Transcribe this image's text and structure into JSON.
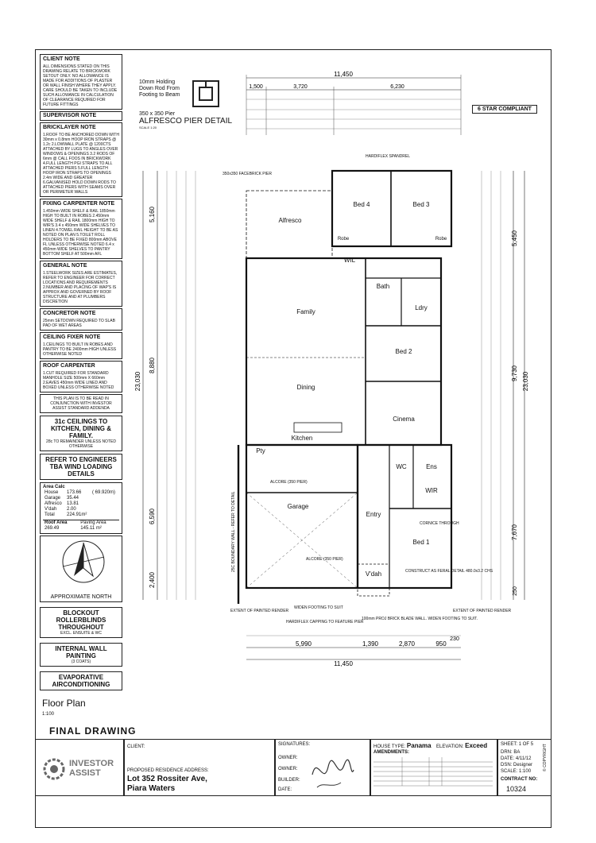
{
  "notes": {
    "client_note": {
      "title": "CLIENT NOTE",
      "body": "ALL DIMENSIONS STATED ON THIS DRAWING RELATE TO BRICKWORK SETOUT ONLY. NO ALLOWANCE IS MADE FOR ADDITIONS OF PLASTER OR WALL FINISH WHERE THEY APPLY. CARE SHOULD BE TAKEN TO INCLUDE SUCH ALLOWANCE IN CALCULATION OF CLEARANCE REQUIRED FOR FUTURE FITTINGS"
    },
    "supervisor_note": {
      "title": "SUPERVISOR NOTE"
    },
    "bricklayer_note": {
      "title": "BRICKLAYER NOTE",
      "body": "1.ROOF TO BE ANCHORED DOWN WITH 30mm x 0.8mm HOOP IRON STRAPS @ 1.2c 2.LOWWALL PLATE @ 1200CTS ATTACHED BY LUGS TO ANGLES OVER WINDOWS & OPENINGS 3.2 RODS OF 6mm @ CALL FOOS IN BRICKWORK 4.FULL LENGTH PGI STRAPS TO ALL ATTACHED PIERS 5.FULL LENGTH HOOP IRON STRAPS TO OPENINGS 2.4m WIDE AND GREATER 6.GALVANISED HOLD DOWN RODS TO ATTACHED PIERS WITH SEAMS OVER OR PERIMETER WALLS"
    },
    "fixing_carpenter_note": {
      "title": "FIXING CARPENTER NOTE",
      "body": "1.450mm WIDE SHELF & RAIL 1850mm HIGH TO BUILT IN ROBES 2.450mm WIDE SHELF & RAIL 1800mm HIGH TO WIR'S 3.4 x 450mm WIDE SHELVES TO LINEN 4.TOWEL RAIL HEIGHT TO BE AS NOTED ON PLAN 5.TOILET ROLL HOLDERS TO BE FIXED 800mm ABOVE FL UNLESS OTHERWISE NOTED 6.4 x 450mm WIDE SHELVES TO PANTRY BOTTOM SHELF AT 500mm AFL"
    },
    "general_note": {
      "title": "GENERAL NOTE",
      "body": "1.STEELWORK SIZES ARE ESTIMATES, REFER TO ENGINEER FOR CORRECT LOCATIONS AND REQUIREMENTS 2.NUMBER AND PLACING OF WAP'S IS APPROX AND GOVERNED BY ROOF STRUCTURE AND AT PLUMBERS DISCRETION"
    },
    "concretor_note": {
      "title": "CONCRETOR NOTE",
      "body": "25mm SETDOWN REQUIRED TO SLAB PAD OF WET AREAS"
    },
    "ceiling_fixer_note": {
      "title": "CEILING FIXER NOTE",
      "body": "1.CEILINGS TO BUILT IN ROBES AND PANTRY TO BE 2400mm HIGH UNLESS OTHERWISE NOTED"
    },
    "roof_carpenter": {
      "title": "ROOF CARPENTER",
      "body": "1.CUT REQUIRED FOR STANDARD MANHOLE SIZE 500mm X 660mm 2.EAVES 450mm WIDE LINED AND BOXED UNLESS OTHERWISE NOTED"
    },
    "read_conjunction": "THIS PLAN IS TO BE READ IN CONJUNCTION WITH INVESTOR ASSIST STANDARD ADDENDA",
    "ceilings_box": {
      "title": "31c CEILINGS TO KITCHEN, DINING & FAMILY.",
      "sub": "28c TO REMAINDER UNLESS NOTED OTHERWISE"
    },
    "engineers_box": "REFER TO ENGINEERS TBA WIND LOADING DETAILS"
  },
  "area_calc": {
    "title": "Area Calc",
    "rows": [
      {
        "label": "House",
        "value": "173.66",
        "extra": "( 69.920m)"
      },
      {
        "label": "Garage",
        "value": "35.44",
        "extra": ""
      },
      {
        "label": "Alfresco",
        "value": "13.81",
        "extra": ""
      },
      {
        "label": "V'dah",
        "value": "2.00",
        "extra": ""
      },
      {
        "label": "Total",
        "value": "224.91m²",
        "extra": ""
      }
    ],
    "roof_area_label": "Roof Area",
    "roof_area_value": "269.49",
    "paving_area_label": "Paving Area",
    "paving_area_value": "145.11 m²"
  },
  "compass_label": "APPROXIMATE NORTH",
  "option_boxes": [
    {
      "title": "BLOCKOUT ROLLERBLINDS THROUGHOUT",
      "sub": "EXCL. ENSUITE & WC"
    },
    {
      "title": "INTERNAL WALL PAINTING",
      "sub": "(3 COATS)"
    },
    {
      "title": "EVAPORATIVE AIRCONDITIONING",
      "sub": ""
    }
  ],
  "pier_detail": {
    "holding": "10mm Holding Down Rod From Footing to Beam",
    "pier_size": "350 x 350 Pier",
    "title": "ALFRESCO PIER DETAIL",
    "scale": "SCALE 1:20"
  },
  "star_compliant": "6 STAR COMPLIANT",
  "dims_top": {
    "overall": "11,450",
    "a": "1,500",
    "b": "3,720",
    "c": "6,230"
  },
  "dims_side": {
    "left_total": "23,030",
    "right_total": "23,030",
    "l1": "5,160",
    "l2": "8,880",
    "l3": "6,590",
    "l4": "2,400",
    "r1": "5,450",
    "r2": "9,730",
    "r3": "7,670",
    "r4": "250"
  },
  "dims_bottom": {
    "overall": "11,450",
    "a": "5,990",
    "b": "1,390",
    "c": "2,870",
    "d": "950",
    "e": "230"
  },
  "rooms": {
    "bed4": "Bed 4",
    "bed3": "Bed 3",
    "alfresco": "Alfresco",
    "family": "Family",
    "bed2": "Bed 2",
    "dining": "Dining",
    "cinema": "Cinema",
    "kitchen": "Kitchen",
    "garage": "Garage",
    "entry": "Entry",
    "bed1": "Bed 1",
    "bath": "Bath",
    "ldry": "Ldry",
    "ens": "Ens",
    "wir": "WIR",
    "wc": "WC",
    "wil": "WIL",
    "vdah": "V'dah",
    "pty": "Pty",
    "robe": "Robe"
  },
  "plan_notes": {
    "hardiflex": "HARDIFLEX SPANDREL",
    "facebrick": "350x350 FACEBRICK PIER",
    "boundary": "25C BOUNDARY WALL - REFER TO DETAIL",
    "alcore": "ALCORE (350 PIER)",
    "alcore2": "ALCORE (350 PIER)",
    "extent1": "EXTENT OF PAINTED RENDER",
    "extent2": "EXTENT OF PAINTED RENDER",
    "widen": "WIDEN FOOTING TO SUIT",
    "capping": "HARDIFLEX CAPPING TO FEATURE PIER",
    "blade": "100mm PROJ BRICK BLADE WALL. WIDEN FOOTING TO SUIT.",
    "cornice": "CORNICE THROUGH",
    "construct": "CONSTRUCT AS FERAL DETAIL 480.0x3.2 CHS"
  },
  "floor_plan_title": "Floor Plan",
  "scale": "1:100",
  "final_drawing": "FINAL DRAWING",
  "title_block": {
    "company": "INVESTOR ASSIST",
    "client_label": "CLIENT:",
    "address_label": "PROPOSED RESIDENCE ADDRESS:",
    "address_line1": "Lot 352 Rossiter Ave,",
    "address_line2": "Piara Waters",
    "signatures_label": "SIGNATURES:",
    "owner_label": "OWNER:",
    "owner2_label": "OWNER:",
    "builder_label": "BUILDER:",
    "date_label": "DATE:",
    "house_type_label": "HOUSE TYPE:",
    "house_type": "Panama",
    "elevation_label": "ELEVATION:",
    "elevation": "Exceed",
    "amendments_label": "AMENDMENTS:",
    "sheet_label": "SHEET:",
    "sheet": "1 OF 5",
    "drn_label": "DRN:",
    "drn": "BA",
    "date2_label": "DATE:",
    "date2": "4/11/12",
    "dsn_label": "DSN:",
    "dsn": "Designer",
    "scale_label": "SCALE:",
    "scale_val": "1:100",
    "contract_label": "CONTRACT NO:",
    "contract_no": "10324",
    "copyright": "© COPYRIGHT"
  }
}
